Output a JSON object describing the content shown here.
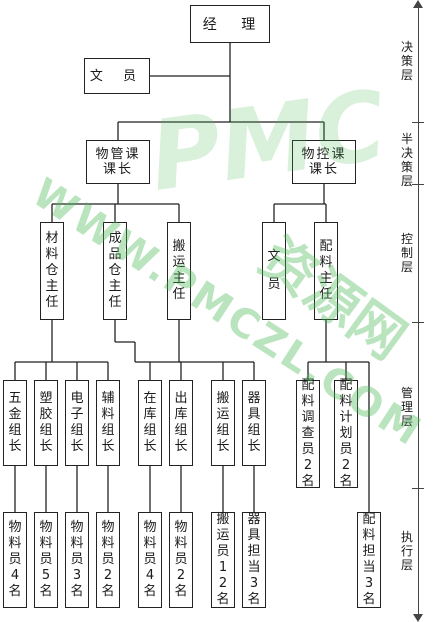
{
  "top": {
    "manager": "经 理",
    "clerk": "文 员"
  },
  "mid": {
    "material_mgmt": "物管课课长",
    "material_ctrl": "物控课课长"
  },
  "supervisors": {
    "material_wh": "材料仓主任",
    "finished_wh": "成品仓主任",
    "transport": "搬运主任",
    "clerk2": "文员",
    "distribution": "配料主任"
  },
  "team_leaders": {
    "hardware": "五金组长",
    "plastic": "塑胶组长",
    "electronics": "电子组长",
    "auxiliary": "辅料组长",
    "in_stock": "在库组长",
    "out_stock": "出库组长",
    "transport": "搬运组长",
    "equipment": "器具组长",
    "dist_survey": "配料调查员2名",
    "dist_plan": "配料计划员2名"
  },
  "staff": {
    "s1": "物料员4名",
    "s2": "物料员5名",
    "s3": "物料员3名",
    "s4": "物料员2名",
    "s5": "物料员4名",
    "s6": "物料员2名",
    "s7": "搬运员12名",
    "s8": "器具担当3名",
    "s9": "配料担当3名"
  },
  "levels": {
    "decision": "决策层",
    "semi_decision": "半决策层",
    "control": "控制层",
    "management": "管理层",
    "execution": "执行层"
  },
  "watermark": {
    "brand": "PMC",
    "cn": "资源网",
    "url": "WWW.PMCZL.COM"
  },
  "colors": {
    "line": "#222222",
    "watermark": "#46b955"
  }
}
